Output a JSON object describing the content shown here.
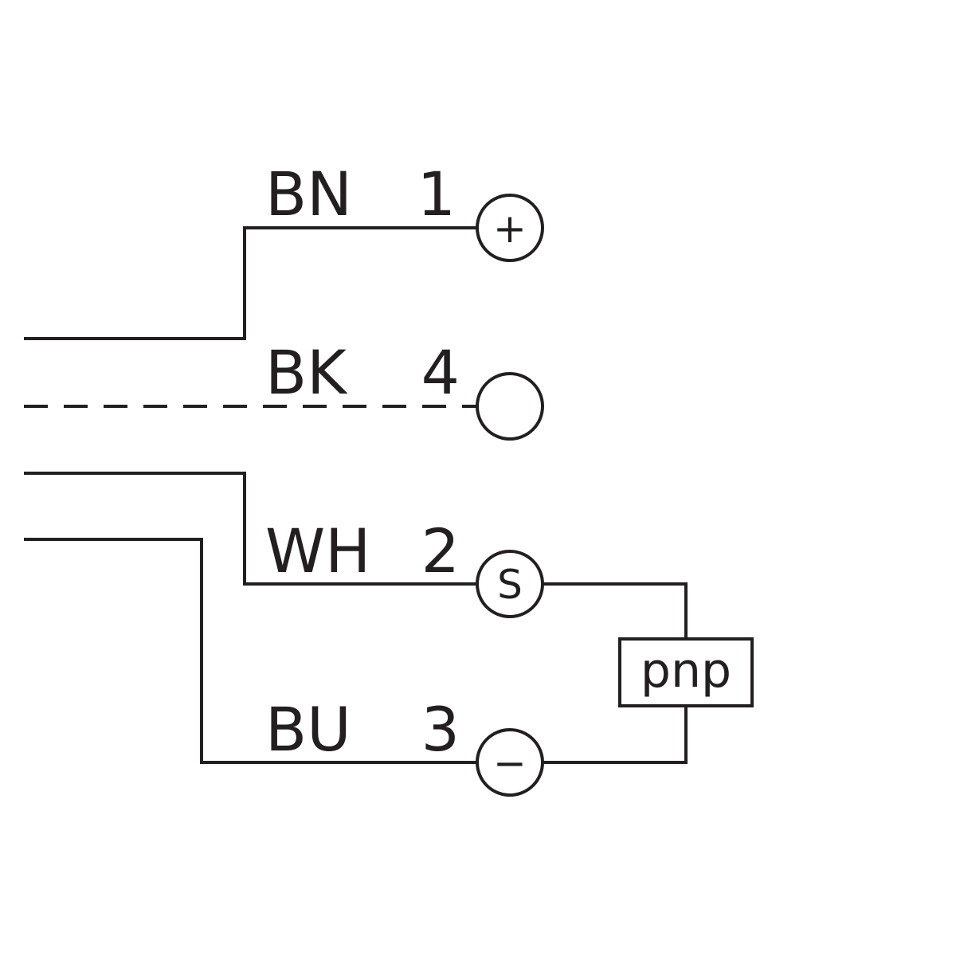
{
  "wires": [
    {
      "color_code": "BN",
      "pin": "1",
      "terminal_symbol": "+"
    },
    {
      "color_code": "BK",
      "pin": "4",
      "terminal_symbol": ""
    },
    {
      "color_code": "WH",
      "pin": "2",
      "terminal_symbol": "S"
    },
    {
      "color_code": "BU",
      "pin": "3",
      "terminal_symbol": "−"
    }
  ],
  "output_block": {
    "label": "pnp"
  },
  "colors": {
    "line": "#231f20",
    "background": "#ffffff"
  }
}
